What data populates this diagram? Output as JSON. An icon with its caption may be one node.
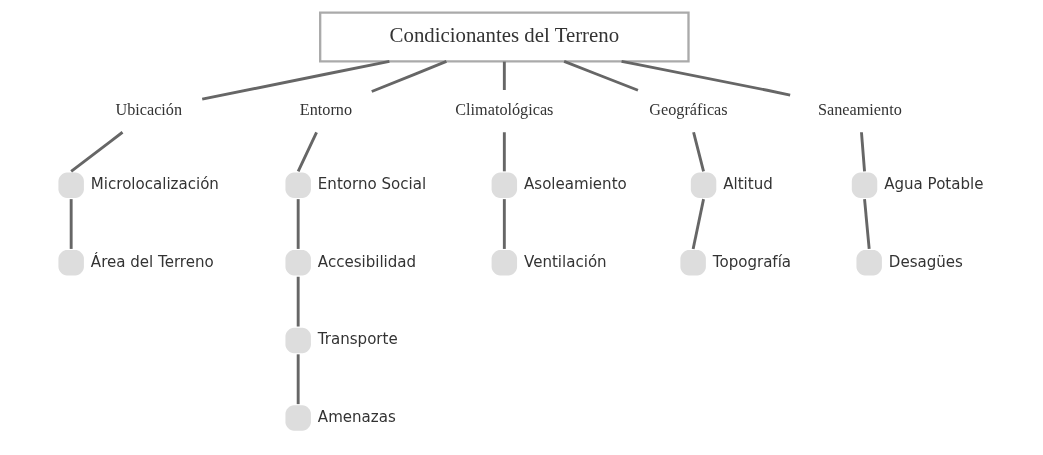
{
  "diagram": {
    "nodes": [
      {
        "text": [
          "Condicionantes del Terreno"
        ]
      },
      {
        "text": [
          "Ubicación"
        ]
      },
      {
        "text": [
          "Microlocalización"
        ]
      },
      {
        "text": [
          "Área del Terreno"
        ]
      },
      {
        "text": [
          "Entorno"
        ]
      },
      {
        "text": [
          "Entorno Social"
        ]
      },
      {
        "text": [
          "Accesibilidad"
        ]
      },
      {
        "text": [
          "Transporte"
        ]
      },
      {
        "text": [
          "Amenazas"
        ]
      },
      {
        "text": [
          "Climatológicas"
        ]
      },
      {
        "text": [
          "Asoleamiento"
        ]
      },
      {
        "text": [
          "Ventilación"
        ]
      },
      {
        "text": [
          "Geográficas"
        ]
      },
      {
        "text": [
          "Altitud"
        ]
      },
      {
        "text": [
          "Topografía"
        ]
      },
      {
        "text": [
          "Saneamiento"
        ]
      },
      {
        "text": [
          "Agua Potable"
        ]
      },
      {
        "text": [
          "Desagües"
        ]
      }
    ],
    "edges": [
      {
        "from": 0,
        "to": 1,
        "arrow": "none"
      },
      {
        "from": 0,
        "to": 4,
        "arrow": "none"
      },
      {
        "from": 0,
        "to": 9,
        "arrow": "none"
      },
      {
        "from": 0,
        "to": 12,
        "arrow": "none"
      },
      {
        "from": 0,
        "to": 15,
        "arrow": "none"
      },
      {
        "from": 1,
        "to": 2,
        "arrow": "none"
      },
      {
        "from": 2,
        "to": 3,
        "arrow": "none"
      },
      {
        "from": 4,
        "to": 5,
        "arrow": "none"
      },
      {
        "from": 5,
        "to": 6,
        "arrow": "none"
      },
      {
        "from": 6,
        "to": 7,
        "arrow": "none"
      },
      {
        "from": 7,
        "to": 8,
        "arrow": "none"
      },
      {
        "from": 9,
        "to": 10,
        "arrow": "none"
      },
      {
        "from": 10,
        "to": 11,
        "arrow": "none"
      },
      {
        "from": 12,
        "to": 13,
        "arrow": "none"
      },
      {
        "from": 13,
        "to": 14,
        "arrow": "none"
      },
      {
        "from": 15,
        "to": 16,
        "arrow": "none"
      },
      {
        "from": 16,
        "to": 17,
        "arrow": "none"
      }
    ]
  }
}
